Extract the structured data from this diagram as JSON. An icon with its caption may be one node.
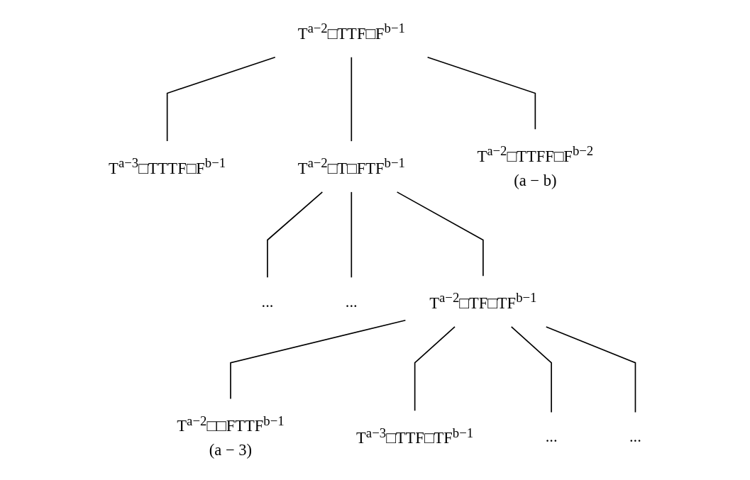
{
  "diagram": {
    "nodes": [
      {
        "text": [
          "T$^{a−2}$□TTF□F$^{b−1}$"
        ]
      },
      {
        "text": [
          "T$^{a−3}$□TTTF□F$^{b−1}$"
        ]
      },
      {
        "text": [
          "T$^{a−2}$□T□FTF$^{b−1}$"
        ]
      },
      {
        "text": [
          "T$^{a−2}$□TTFF□F$^{b−2}$"
        ],
        "beside": [
          "(a − b)"
        ]
      },
      {
        "text": [
          "..."
        ]
      },
      {
        "text": [
          "..."
        ]
      },
      {
        "text": [
          "T$^{a−2}$□TF□TF$^{b−1}$"
        ]
      },
      {
        "text": [
          "T$^{a−2}$□□FTTF$^{b−1}$"
        ],
        "beside": [
          "(a − 3)"
        ]
      },
      {
        "text": [
          "T$^{a−3}$□TTF□TF$^{b−1}$"
        ]
      },
      {
        "text": [
          "..."
        ]
      },
      {
        "text": [
          "..."
        ]
      }
    ],
    "edges": [
      {
        "from": 0,
        "to": 1,
        "arrow": "none"
      },
      {
        "from": 0,
        "to": 2,
        "arrow": "none"
      },
      {
        "from": 0,
        "to": 3,
        "arrow": "none"
      },
      {
        "from": 2,
        "to": 4,
        "arrow": "none"
      },
      {
        "from": 2,
        "to": 5,
        "arrow": "none"
      },
      {
        "from": 2,
        "to": 6,
        "arrow": "none"
      },
      {
        "from": 6,
        "to": 7,
        "arrow": "none"
      },
      {
        "from": 6,
        "to": 8,
        "arrow": "none"
      },
      {
        "from": 6,
        "to": 9,
        "arrow": "none"
      },
      {
        "from": 6,
        "to": 10,
        "arrow": "none"
      }
    ]
  }
}
